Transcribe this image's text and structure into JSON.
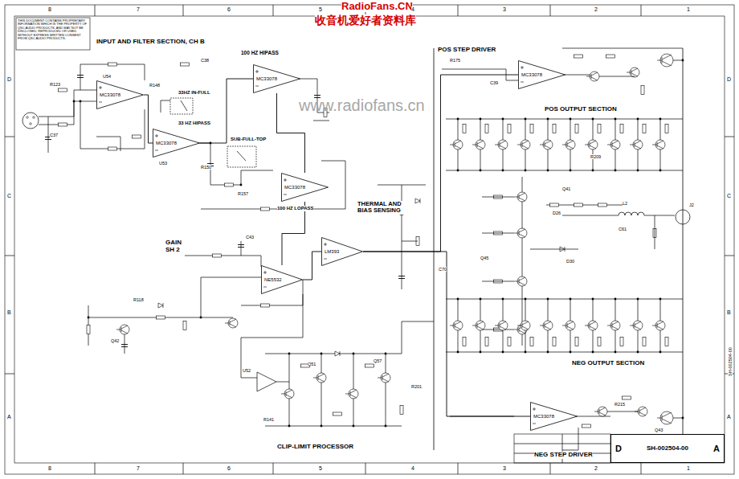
{
  "diagram": {
    "nodes": [
      {
        "text": [
          "MC33078"
        ]
      },
      {
        "text": [
          "MC33078"
        ]
      },
      {
        "text": [
          "MC33078"
        ]
      },
      {
        "text": [
          "MC33078"
        ]
      },
      {
        "text": [
          "NE5532"
        ]
      },
      {
        "text": [
          "LM393"
        ]
      },
      {
        "text": [
          "MC33078"
        ]
      },
      {
        "text": [
          "MC33078"
        ]
      },
      {
        "text": [
          "D",
          "SH-002504-00",
          "A"
        ]
      }
    ],
    "edges": [
      {
        "from": 0,
        "to": 1,
        "arrow": "none"
      },
      {
        "from": 1,
        "to": 2,
        "arrow": "none"
      },
      {
        "from": 2,
        "to": 3,
        "arrow": "none"
      },
      {
        "from": 3,
        "to": 4,
        "arrow": "none"
      },
      {
        "from": 4,
        "to": 5,
        "arrow": "none"
      },
      {
        "from": 5,
        "to": 6,
        "arrow": "none"
      },
      {
        "from": 5,
        "to": 7,
        "arrow": "none"
      }
    ],
    "labels": [
      "RadioFans.CN",
      "收音机爱好者资料库",
      "www.radiofans.cn",
      "THIS DOCUMENT CONTAINS PROPRIETARY INFORMATION WHICH IS THE PROPERTY OF QSC AUDIO PRODUCTS, AND MAY NOT BE DISCLOSED, REPRODUCED OR USED WITHOUT EXPRESS WRITTEN CONSENT FROM QSC AUDIO PRODUCTS.",
      "INPUT AND FILTER SECTION, CH B",
      "100 HZ HIPASS",
      "33HZ IN-FULL",
      "33 HZ HIPASS",
      "SUB-FULL-TOP",
      "100 HZ LOPASS",
      "POS STEP DRIVER",
      "POS OUTPUT SECTION",
      "THERMAL AND BIAS SENSING",
      "GAIN SH 2",
      "CLIP-LIMIT PROCESSOR",
      "NEG OUTPUT SECTION",
      "NEG STEP DRIVER",
      "8",
      "7",
      "6",
      "5",
      "4",
      "3",
      "2",
      "1",
      "8",
      "7",
      "6",
      "5",
      "4",
      "3",
      "2",
      "1",
      "D",
      "C",
      "B",
      "A",
      "D",
      "C",
      "B",
      "A",
      "SH-002504-00",
      "R123",
      "C37",
      "U54",
      "R148",
      "C38",
      "R150",
      "U53",
      "R157",
      "R175",
      "C39",
      "Q41",
      "R209",
      "D26",
      "L2",
      "C61",
      "J2",
      "R118",
      "Q42",
      "C43",
      "R141",
      "U52",
      "Q51",
      "Q57",
      "R201",
      "C70",
      "Q45",
      "R215",
      "Q43",
      "D30"
    ]
  }
}
